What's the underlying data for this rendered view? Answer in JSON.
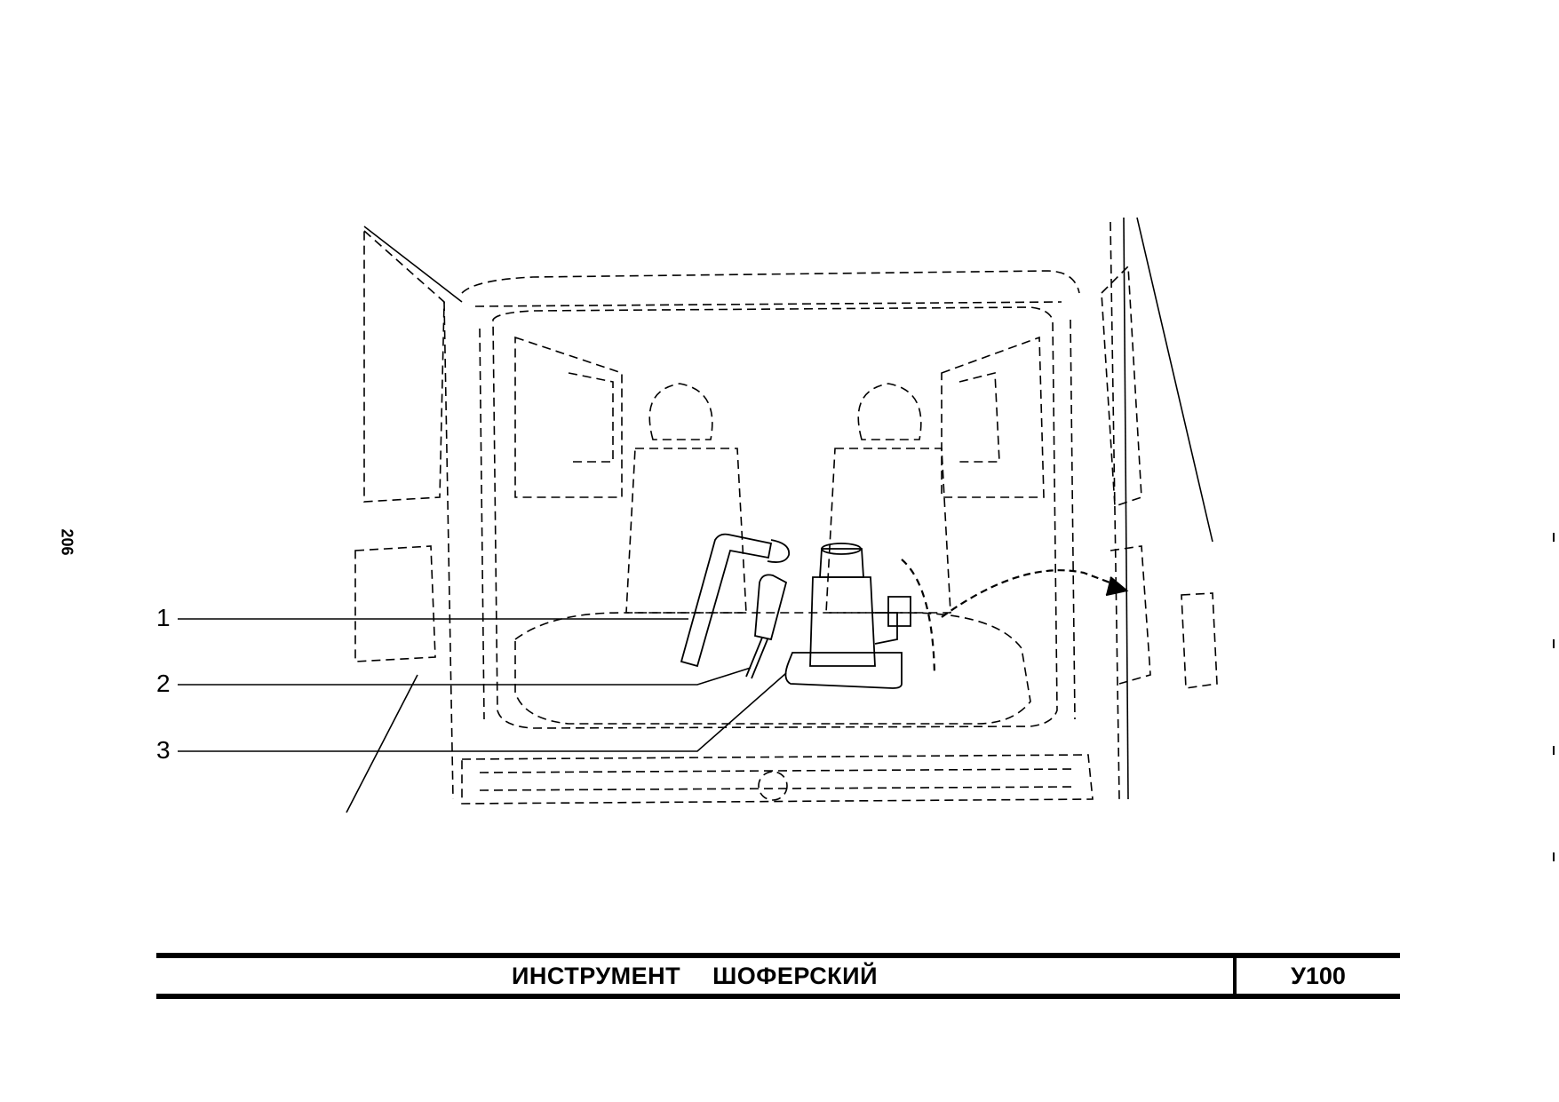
{
  "page_number": "206",
  "callouts": [
    {
      "label": "1"
    },
    {
      "label": "2"
    },
    {
      "label": "3"
    }
  ],
  "title_block": {
    "title": "ИНСТРУМЕНТ ШОФЕРСКИЙ",
    "code": "У100"
  }
}
